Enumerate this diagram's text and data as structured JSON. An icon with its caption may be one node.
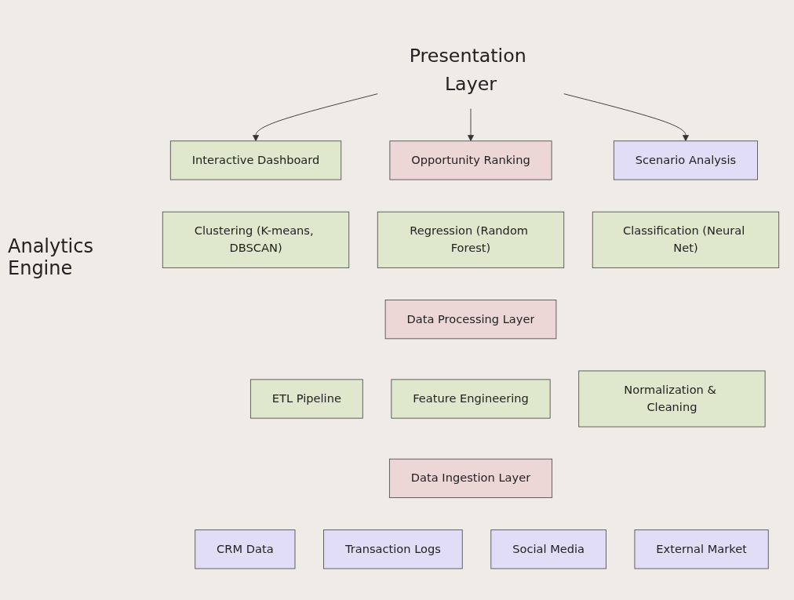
{
  "diagram": {
    "nodes": [
      {
        "text": [
          "Presentation Layer"
        ]
      },
      {
        "text": [
          "Interactive Dashboard"
        ]
      },
      {
        "text": [
          "Opportunity Ranking"
        ]
      },
      {
        "text": [
          "Scenario Analysis"
        ]
      },
      {
        "text": [
          "Clustering (K-means, DBSCAN)"
        ]
      },
      {
        "text": [
          "Regression (Random Forest)"
        ]
      },
      {
        "text": [
          "Classification (Neural Net)"
        ]
      },
      {
        "text": [
          "Data Processing Layer"
        ]
      },
      {
        "text": [
          "ETL Pipeline"
        ]
      },
      {
        "text": [
          "Feature Engineering"
        ]
      },
      {
        "text": [
          "Normalization & Cleaning"
        ]
      },
      {
        "text": [
          "Data Ingestion Layer"
        ]
      },
      {
        "text": [
          "CRM Data"
        ]
      },
      {
        "text": [
          "Transaction Logs"
        ]
      },
      {
        "text": [
          "Social Media"
        ]
      },
      {
        "text": [
          "External Market"
        ]
      }
    ],
    "edges": [
      {
        "from": 0,
        "to": 1,
        "arrow": "to"
      },
      {
        "from": 0,
        "to": 2,
        "arrow": "to"
      },
      {
        "from": 0,
        "to": 3,
        "arrow": "to"
      }
    ],
    "labels": [
      "Analytics Engine"
    ]
  }
}
